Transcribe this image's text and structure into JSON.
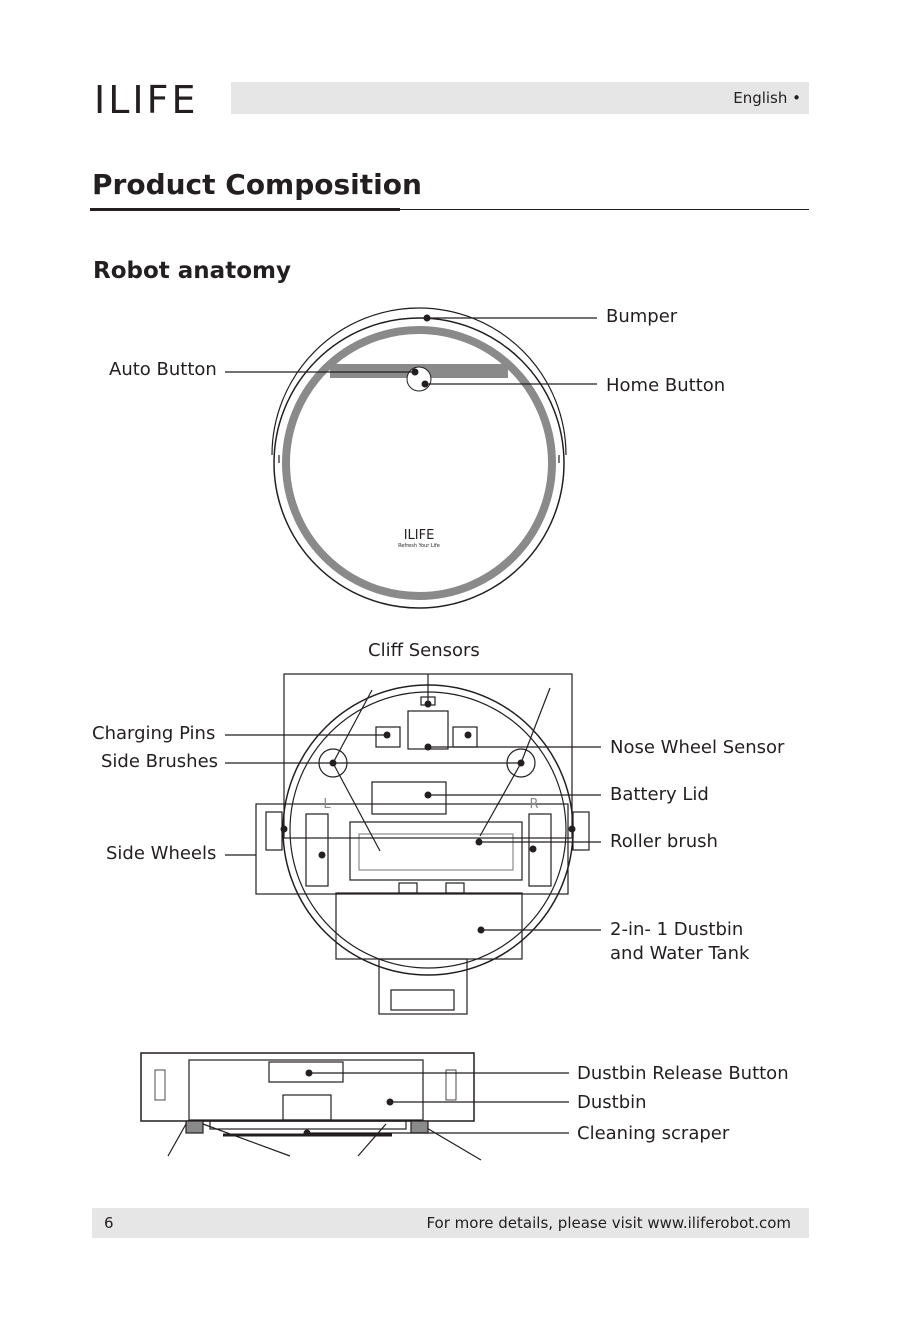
{
  "header": {
    "brand": "ILIFE",
    "language": "English •"
  },
  "section": {
    "title": "Product Composition",
    "subtitle": "Robot anatomy"
  },
  "top_view": {
    "robot_logo": "ILIFE",
    "robot_tagline": "Refresh Your Life",
    "labels": {
      "bumper": "Bumper",
      "auto_button": "Auto Button",
      "home_button": "Home Button"
    }
  },
  "bottom_view": {
    "labels": {
      "cliff_sensors": "Cliff Sensors",
      "charging_pins": "Charging Pins",
      "side_brushes": "Side Brushes",
      "side_wheels": "Side Wheels",
      "nose_wheel_sensor": "Nose Wheel Sensor",
      "battery_lid": "Battery Lid",
      "roller_brush": "Roller brush",
      "dustbin_line1": "2-in- 1 Dustbin",
      "dustbin_line2": "and Water Tank",
      "wheel_left": "L",
      "wheel_right": "R"
    }
  },
  "side_view": {
    "labels": {
      "dustbin_release_button": "Dustbin Release Button",
      "dustbin": "Dustbin",
      "cleaning_scraper": "Cleaning scraper"
    }
  },
  "footer": {
    "page_number": "6",
    "text": "For more details, please visit www.iliferobot.com"
  },
  "colors": {
    "ink": "#231f20",
    "band": "#e6e6e6",
    "ring": "#8a8a8a"
  }
}
